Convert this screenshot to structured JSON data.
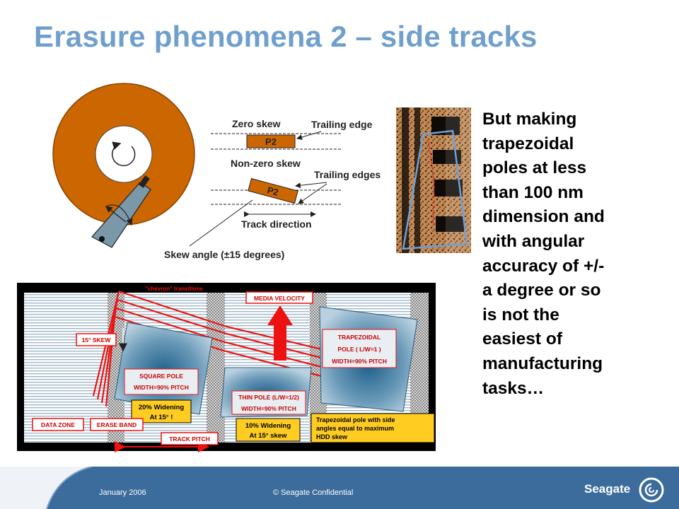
{
  "slide": {
    "title": "Erasure phenomena 2 – side tracks",
    "body_lines": [
      "But making",
      "trapezoidal",
      "poles at less",
      "than 100 nm",
      "dimension and",
      "with angular",
      "accuracy of +/-",
      "a degree or so",
      "is not the",
      "easiest of",
      "manufacturing",
      "tasks…"
    ]
  },
  "skew_diagram": {
    "zero_skew": "Zero skew",
    "trailing_edge": "Trailing edge",
    "non_zero_skew": "Non-zero skew",
    "trailing_edges": "Trailing edges",
    "pole_label": "P2",
    "track_direction": "Track direction",
    "skew_angle": "Skew angle (±15 degrees)"
  },
  "pole_diagram": {
    "chevron": "\"chevron\" transitions",
    "media_velocity": "MEDIA VELOCITY",
    "skew_15": "15° SKEW",
    "square_pole_1": "SQUARE POLE",
    "square_pole_2": "WIDTH=90% PITCH",
    "widen20_1": "20% Widening",
    "widen20_2": "At 15° !",
    "thin_pole_1": "THIN POLE (L/W=1/2)",
    "thin_pole_2": "WIDTH=90% PITCH",
    "trap_1": "TRAPEZOIDAL",
    "trap_2": "POLE (  L/W=1 )",
    "trap_3": "WIDTH=90% PITCH",
    "widen10_1": "10% Widening",
    "widen10_2": "At 15° skew",
    "trap_note_1": "Trapezoidal pole with side",
    "trap_note_2": "angles equal to maximum",
    "trap_note_3": "HDD skew",
    "data_zone": "DATA ZONE",
    "erase_band": "ERASE BAND",
    "track_pitch": "TRACK PITCH"
  },
  "footer": {
    "date": "January 2006",
    "confidential": "© Seagate Confidential",
    "logo": "Seagate"
  },
  "colors": {
    "title": "#6f9fcd",
    "disk": "#cc6600",
    "footer": "#3c6c9c",
    "red": "#ee1111",
    "label_yellow": "#ffcc22"
  }
}
